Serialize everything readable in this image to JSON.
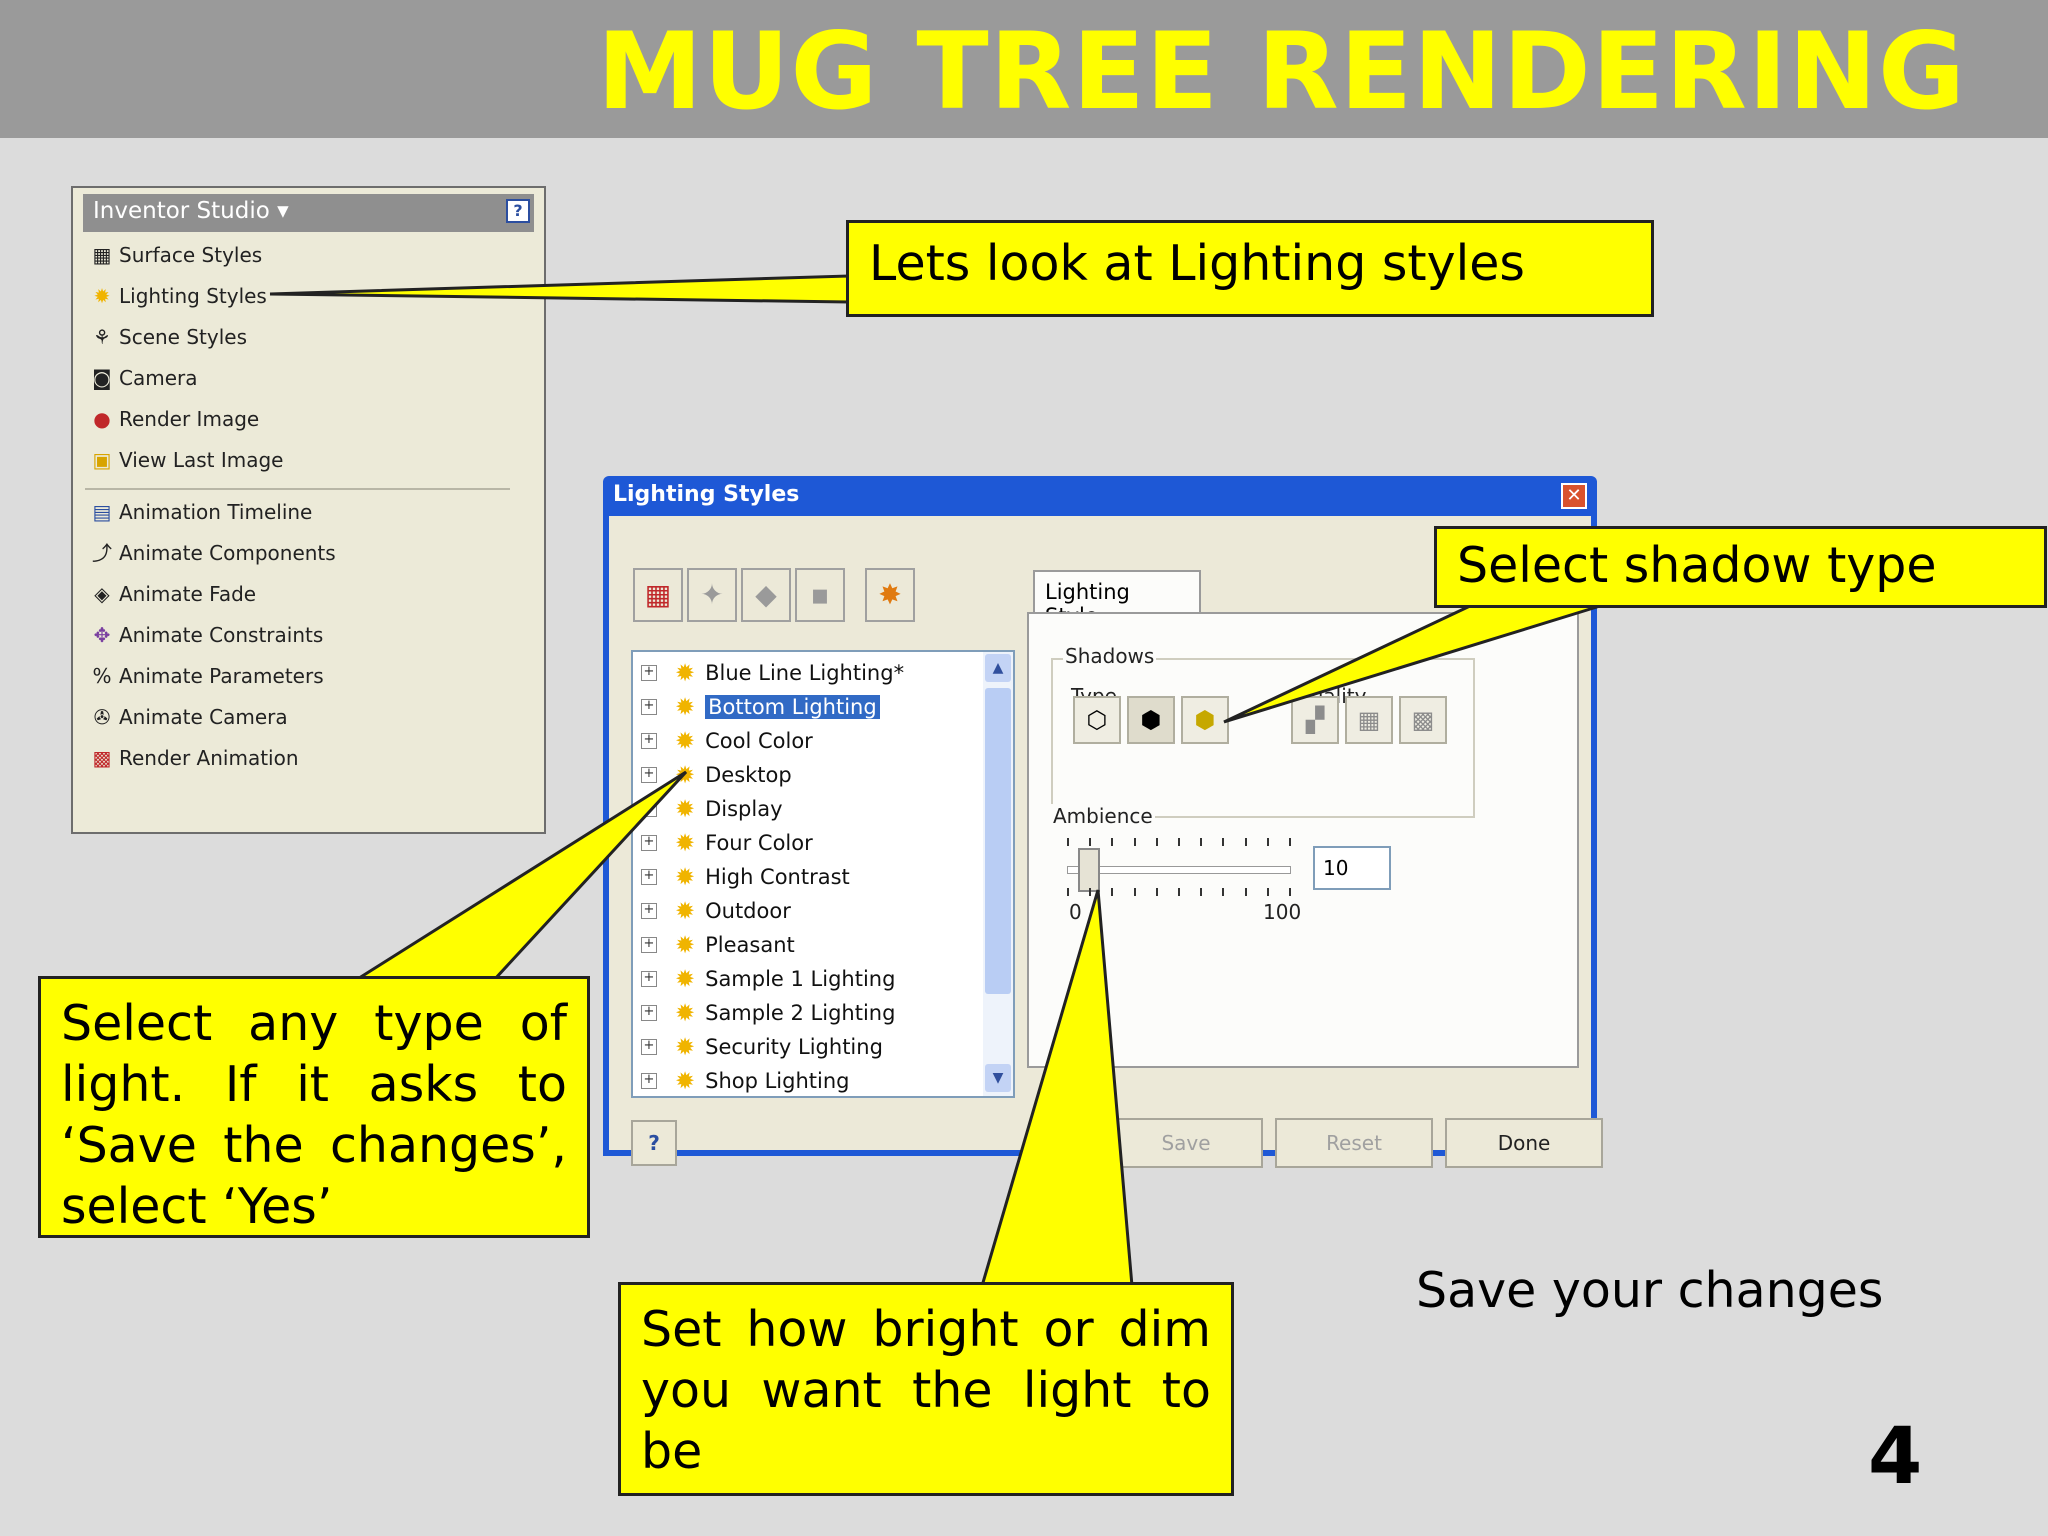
{
  "header": {
    "title": "MUG TREE RENDERING"
  },
  "studio_panel": {
    "title": "Inventor Studio",
    "items": [
      {
        "label": "Surface Styles",
        "icon": "surface-styles-icon"
      },
      {
        "label": "Lighting Styles",
        "icon": "lighting-styles-icon"
      },
      {
        "label": "Scene Styles",
        "icon": "scene-styles-icon"
      },
      {
        "label": "Camera",
        "icon": "camera-icon"
      },
      {
        "label": "Render Image",
        "icon": "render-image-icon"
      },
      {
        "label": "View Last Image",
        "icon": "view-last-image-icon"
      },
      {
        "label": "Animation Timeline",
        "icon": "animation-timeline-icon"
      },
      {
        "label": "Animate Components",
        "icon": "animate-components-icon"
      },
      {
        "label": "Animate Fade",
        "icon": "animate-fade-icon"
      },
      {
        "label": "Animate Constraints",
        "icon": "animate-constraints-icon"
      },
      {
        "label": "Animate Parameters",
        "icon": "animate-parameters-icon"
      },
      {
        "label": "Animate Camera",
        "icon": "animate-camera-icon"
      },
      {
        "label": "Render Animation",
        "icon": "render-animation-icon"
      }
    ]
  },
  "callouts": {
    "lighting": "Lets look at Lighting styles",
    "shadow": "Select shadow type",
    "light_type": "Select any type of light. If it asks to ‘Save the changes’, select ‘Yes’",
    "brightness": "Set how bright or dim you want the light to be"
  },
  "dialog": {
    "title": "Lighting Styles",
    "styles": [
      "Blue Line Lighting*",
      "Bottom Lighting",
      "Cool Color",
      "Desktop",
      "Display",
      "Four Color",
      "High Contrast",
      "Outdoor",
      "Pleasant",
      "Sample 1 Lighting",
      "Sample 2 Lighting",
      "Security Lighting",
      "Shop Lighting"
    ],
    "selected_index": 1,
    "tab_label": "Lighting Style",
    "shadows_label": "Shadows",
    "type_label": "Type",
    "quality_label": "Quality",
    "ambience_label": "Ambience",
    "ambience_value": "10",
    "ambience_fraction": 0.1,
    "slider_min": "0",
    "slider_max": "100",
    "buttons": {
      "save": "Save",
      "reset": "Reset",
      "done": "Done"
    }
  },
  "footer": {
    "save_note": "Save your changes",
    "page_number": "4"
  },
  "colors": {
    "title_bar": "#9a9a9a",
    "title_text": "#ffff00",
    "callout": "#ffff00",
    "dialog_title": "#1e58d6",
    "selection": "#316ac5"
  }
}
